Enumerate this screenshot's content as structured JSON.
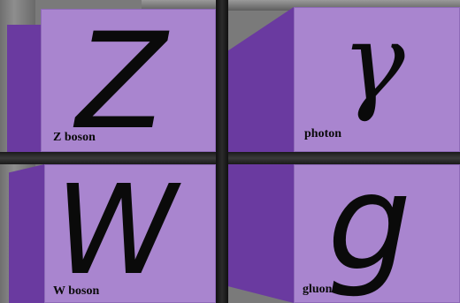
{
  "cells": {
    "z": {
      "symbol": "Z",
      "label": "Z boson"
    },
    "photon": {
      "symbol": "γ",
      "label": "photon"
    },
    "w": {
      "symbol": "W",
      "label": "W boson"
    },
    "gluon": {
      "symbol": "g",
      "label": "gluon"
    }
  },
  "colors": {
    "face": "#a985cf",
    "side": "#6a3aa0",
    "background": "#7a7a7a",
    "gap": "#1e1e1e"
  }
}
